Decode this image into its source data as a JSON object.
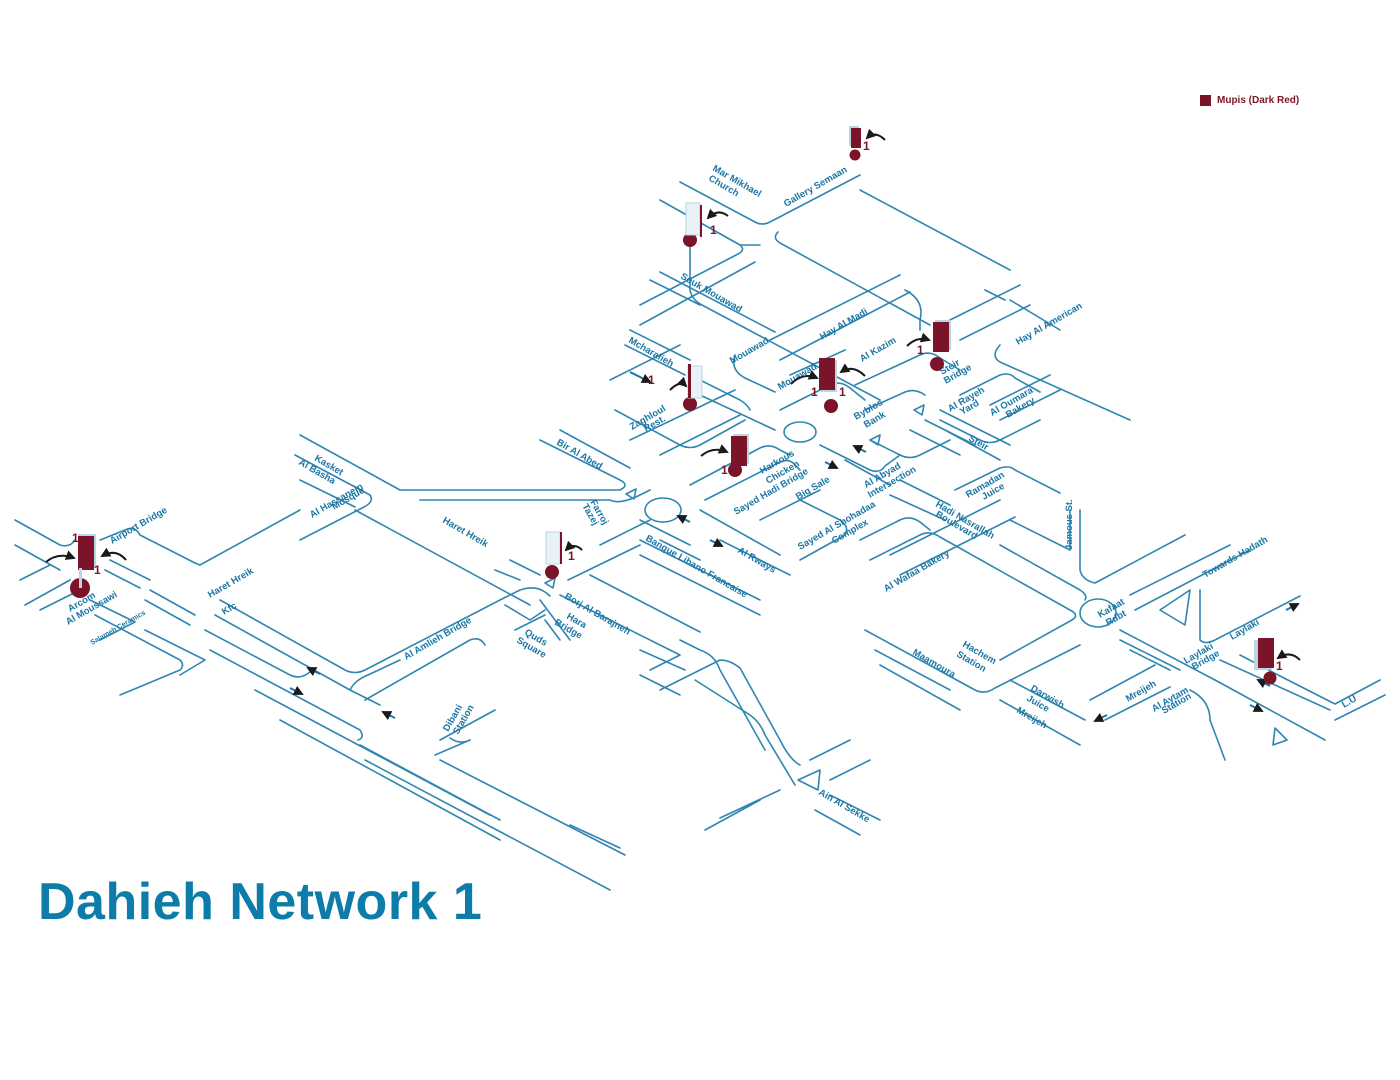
{
  "title": "Dahieh Network 1",
  "legend": {
    "items": [
      {
        "label": "Mupis (Dark Red)",
        "color": "#7b1428"
      }
    ]
  },
  "colors": {
    "road": "#2f86b0",
    "label": "#1a76a4",
    "title": "#0d7ca8",
    "marker": "#7b1428",
    "marker_edge": "#b9d6e3",
    "arrow": "#1a1a1a"
  },
  "labels": {
    "mar_mikhael_1": "Mar Mikhael",
    "mar_mikhael_2": "Church",
    "gallery_semaan": "Gallery Semaan",
    "souk_mouawad": "Souk Mouawad",
    "hay_al_madi": "Hay Al Madi",
    "mcharafieh": "Mcharafieh",
    "mouawad_1": "Mouawad",
    "mouawad_2": "Mouawad",
    "al_kazim": "Al Kazim",
    "hay_al_american": "Hay Al American",
    "steir_bridge_1": "Steir",
    "steir_bridge_2": "Bridge",
    "al_rayeh_1": "Al Rayeh",
    "al_rayeh_2": "Yard",
    "al_oumara_1": "Al Oumara",
    "al_oumara_2": "Bakery",
    "steir": "Steir",
    "zaghloul_1": "Zaghloul",
    "zaghloul_2": "Rest.",
    "byblos_1": "Byblos",
    "byblos_2": "Bank",
    "bir_al_abed": "Bir Al Abed",
    "harkous_1": "Harkous",
    "harkous_2": "Chicken",
    "sayed_hadi_bridge": "Sayed Hadi Bridge",
    "big_sale": "Big Sale",
    "al_abyad_1": "Al Abyad",
    "al_abyad_2": "Intersection",
    "ramadan_1": "Ramadan",
    "ramadan_2": "Juice",
    "hadi_nasrallah_1": "Hadi Nasrallah",
    "hadi_nasrallah_2": "Boulevard",
    "sayed_shohadaa_1": "Sayed Al Shohadaa",
    "sayed_shohadaa_2": "Complex",
    "al_wafaa": "Al Wafaa Bakery",
    "jamous": "Jamous St.",
    "towards_hadath": "Towards Hadath",
    "kafaat_1": "Kafaat",
    "kafaat_2": "Rdbt",
    "farroj_1": "Farroj",
    "farroj_2": "Tazej",
    "al_rways": "Al Rways",
    "banque_libano": "Banque Libano Francaise",
    "kasket_1": "Kasket",
    "kasket_2": "Al Basha",
    "hassanein_1": "Al Hassanein",
    "hassanein_2": "Mosque",
    "haret_hreik_1": "Haret Hreik",
    "haret_hreik_2": "Haret Hreik",
    "kfc": "Kfc",
    "airport_bridge": "Airport Bridge",
    "arcom_1": "Arcom",
    "arcom_2": "Al Moussawi",
    "salameh": "Salameh Ceramics",
    "al_amlieh": "Al Amlieh Bridge",
    "borj": "Borj Al Barajneh",
    "hara_1": "Hara",
    "hara_2": "Bridge",
    "quds_1": "Quds",
    "quds_2": "Square",
    "dibani_1": "Dibani",
    "dibani_2": "Station",
    "ain_al_sekke": "Ain Al Sekke",
    "hachem_1": "Hachem",
    "hachem_2": "Station",
    "maamoura": "Maamoura",
    "darwish_1": "Darwish",
    "darwish_2": "Juice",
    "mreijeh_1": "Mreijeh",
    "mreijeh_2": "Mreijeh",
    "al_aytam_1": "Al Aytam",
    "al_aytam_2": "Station",
    "laylaki_bridge_1": "Laylaki",
    "laylaki_bridge_2": "Bridge",
    "laylaki": "Laylaki",
    "lu": "L.U"
  },
  "markers": [
    {
      "id": "gallery-semaan",
      "counts": [
        "1"
      ]
    },
    {
      "id": "mar-mikhael",
      "counts": [
        "1"
      ]
    },
    {
      "id": "mcharafieh",
      "counts": [
        "1"
      ]
    },
    {
      "id": "mouawad",
      "counts": [
        "1",
        "1"
      ]
    },
    {
      "id": "steir-bridge",
      "counts": [
        "1"
      ]
    },
    {
      "id": "harkous",
      "counts": [
        "1"
      ]
    },
    {
      "id": "haret-hreik",
      "counts": [
        "1"
      ]
    },
    {
      "id": "airport-bridge",
      "counts": [
        "1",
        "1"
      ]
    },
    {
      "id": "laylaki",
      "counts": [
        "1"
      ]
    }
  ]
}
